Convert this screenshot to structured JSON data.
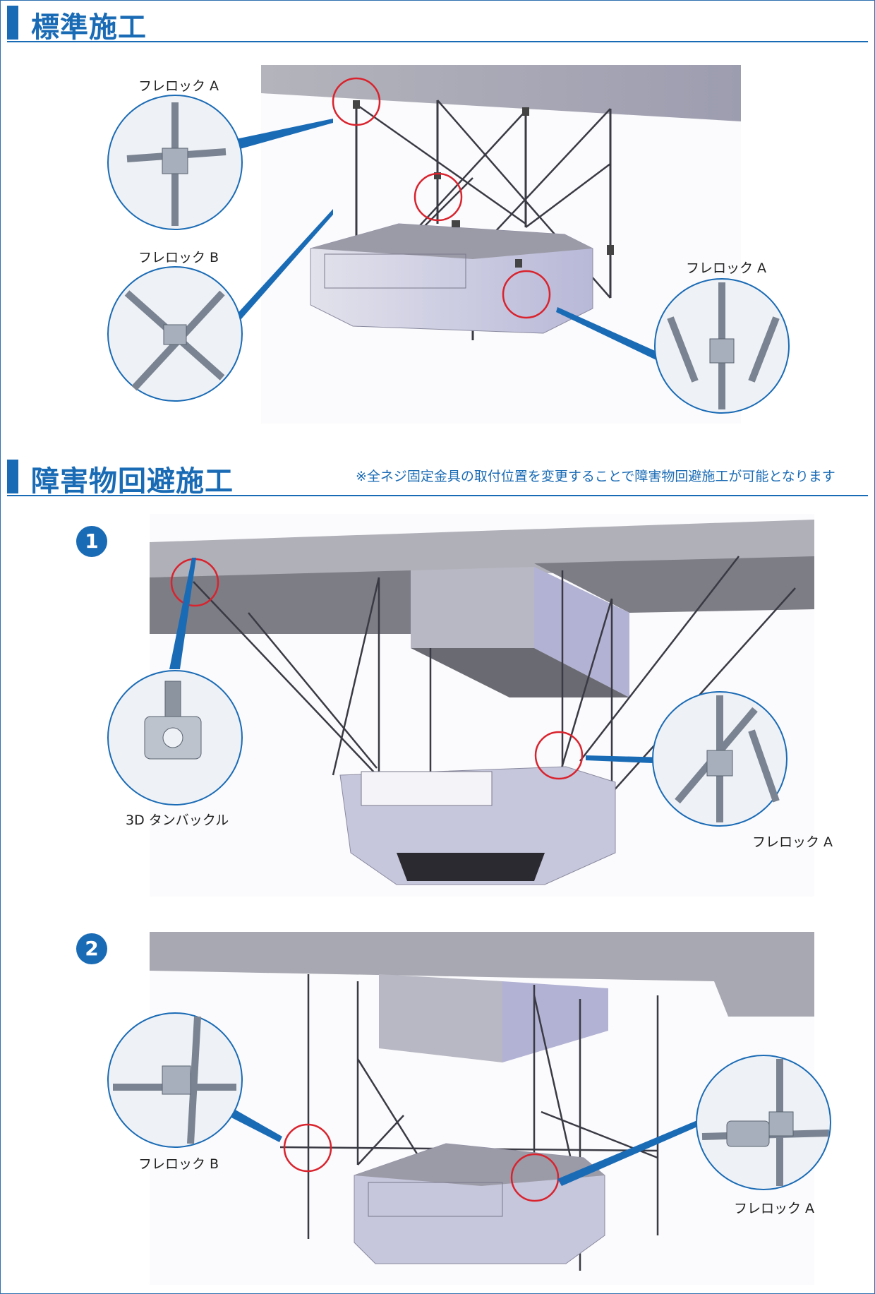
{
  "sections": {
    "standard": {
      "title": "標準施工"
    },
    "obstacle": {
      "title": "障害物回避施工",
      "note": "※全ネジ固定金具の取付位置を変更することで障害物回避施工が可能となります"
    }
  },
  "steps": [
    "1",
    "2"
  ],
  "labels": {
    "s1_top_left": "フレロック A",
    "s1_mid_left": "フレロック B",
    "s1_right": "フレロック A",
    "s2_left": "3D タンバックル",
    "s2_right": "フレロック A",
    "s3_left": "フレロック B",
    "s3_right": "フレロック A"
  },
  "colors": {
    "accent": "#1a6bb5",
    "highlight": "#d9232d",
    "ceiling": "#a9a9b4",
    "unit": "#c9c9dc"
  }
}
